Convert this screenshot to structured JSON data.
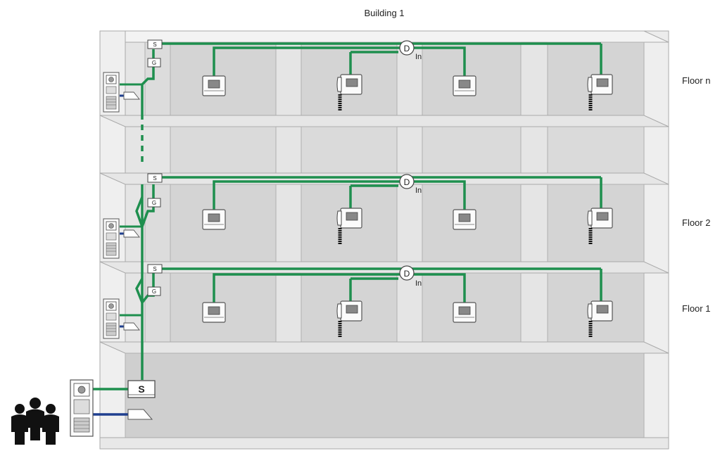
{
  "title": "Building 1",
  "floors": [
    {
      "id": "n",
      "label": "Floor n"
    },
    {
      "id": "2",
      "label": "Floor 2"
    },
    {
      "id": "1",
      "label": "Floor 1"
    }
  ],
  "symbols": {
    "switch_small": "S",
    "gateway": "G",
    "switch_main": "S",
    "distributor": "D",
    "input": "In"
  },
  "colors": {
    "bus_green": "#1e8f4e",
    "link_blue": "#1f3f8f",
    "room_fill": "#d4d4d4",
    "wall_fill": "#e8e8e8",
    "outline": "#a9a9a9"
  },
  "icons": [
    "people-icon",
    "door-station-icon",
    "video-monitor-icon",
    "handset-monitor-icon",
    "key-card-reader-icon"
  ]
}
